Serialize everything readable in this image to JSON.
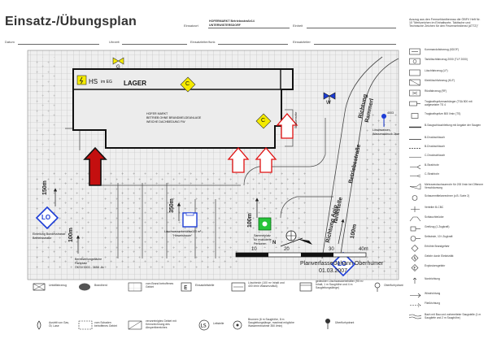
{
  "header": {
    "title": "Einsatz-/Übungsplan",
    "einsatzort_label": "Einsatzort",
    "einsatzort_line1": "HOFERMARKT Betriebsstraße14",
    "einsatzort_line2": "UNTERWISTERSDORF",
    "einheit_label": "Einheit",
    "datum_label": "Datum",
    "uhrzeit_label": "Uhrzeit",
    "einsatzleiter_funk_label": "Einsatzleiter/funk",
    "einsatzleiter_label": "Einsatzleiter",
    "note": "Auszug aus den Fernsehlanthennau die ÖBFV Heft Nr. 10 \"Merkzeichen im Einhaltsorte, Taktische und Technische Zeichen für den Feuerwehrdienst (ATTZ)\""
  },
  "plan": {
    "lager_label": "LAGER",
    "hs_label": "HS",
    "hs_sub": "im EG",
    "g_label": "G",
    "w_label": "W",
    "c_label": "C",
    "building_text_1": "HOFER MARKT",
    "building_text_2": "BETRIEB OHNE BRANDMELDEANLAGE",
    "building_text_3": "WEICHE DACHBEDUNG FW",
    "red_arrow_text": "",
    "hydrant_text_1": "Löschwasser",
    "hydrant_text_2": "Wasseraddruck 2bar",
    "hydrant_id": "4003",
    "lo_label": "LO",
    "lo1_note_1": "Einleitung Bundesstrasse",
    "lo1_note_2": "Betriebsstraße",
    "lo1_note_3": "Bereitstellungsfläche",
    "lo1_note_4": "Parkplatz",
    "lo1_note_5": "ÖKSI: 3003 - 3658 -8c",
    "tank_note_1": "Löschwasserbehälter100 m³",
    "tank_note_2": "\"Hinweisbauer\"",
    "sammel_note_1": "Sammelplatz",
    "sammel_note_2": "für evakuierte",
    "sammel_note_3": "Personen",
    "dist_150": "150m",
    "dist_100_a": "100m",
    "dist_350": "350m",
    "dist_100_b": "100m",
    "dist_100_c": "100m",
    "street_1": "Richtung",
    "street_2": "Rammerl",
    "street_3": "Betriebsstraße",
    "street_4": "Richtung Agip",
    "street_5": "Tankstelle",
    "north_label": "N",
    "strasse_label": "Straßenseite",
    "scale_ticks": [
      "10",
      "20",
      "30",
      "40m"
    ],
    "planverfasser_label": "Planverfasser:",
    "planverfasser_name": "Johann Oberhumer",
    "plan_date": "01.03.2007"
  },
  "legend": [
    {
      "text": "Kommandofahrzeug (KDOF)"
    },
    {
      "text": "Tanklöschfahrzeug 2000 (TLF 2000)"
    },
    {
      "text": "Löschfahrzeug (LF)"
    },
    {
      "text": "Kleinlöschfahrzeug (KLF)"
    },
    {
      "text": "Rüstfahrzeug (RF)"
    },
    {
      "text": "Tragkraftspritzenanhänger (TSA 500 mit aufgesetzter TS 4"
    },
    {
      "text": "Tragkraftspritze 800 l/min (TS)"
    },
    {
      "text": "B-Saugschlauchleitung mit Angabe der Saugen"
    },
    {
      "text": "B-Druckschlauch"
    },
    {
      "text": "B-Druckschlauch"
    },
    {
      "text": "C-Druckschlauch"
    },
    {
      "text": "B-Strahlrohr"
    },
    {
      "text": "C-Strahlrohr"
    },
    {
      "text": "Mehrzweckschaumrohr für 200 l/min bei Offenner Verschäumung"
    },
    {
      "text": "Schaummittelanrechner (z.B. Sorte 2)"
    },
    {
      "text": "Verteiler B-CBC"
    },
    {
      "text": "Schlauchbrücke"
    },
    {
      "text": "Greifzug (1 Zugkraft)"
    },
    {
      "text": "Seilwinde, 10 t Zugkraft"
    },
    {
      "text": "Erhöhte Brandgefahr"
    },
    {
      "text": "Gefahr durch Elektrizität"
    },
    {
      "text": "Explosionsgefahr"
    },
    {
      "text": "Nordrichtung"
    },
    {
      "text": "Windrichtung"
    },
    {
      "text": "Fließrichtung"
    },
    {
      "text": "Bach mit Bau und vorbereiteter Saugstelle (1 m Saugtiefe und 2 m Saughöhe)"
    }
  ],
  "bottom_legend": [
    {
      "text": "Unfallfahrzeug"
    },
    {
      "text": "Brandherd"
    },
    {
      "text": "vom Brand betroffenes Gebiet"
    },
    {
      "text": "Einsatzleitstelle"
    },
    {
      "text": "Löschteich (100 m³ Inhalt und 400 l/min Wasserzufluß)"
    },
    {
      "text": "gedeckter Löschwasserbehälter (90 m³ Inhalt, 1 m Saughöhe und 4 m Saugleitungslänge)"
    },
    {
      "text": "Oberflurhydrant"
    },
    {
      "text": "Austritt von Gas, Öl, Lase"
    },
    {
      "text": "vom Schaden betroffenes Gebiet"
    },
    {
      "text": "verunreinigtes Gebiet mit Kennzeichnung des Abspertbereiches"
    },
    {
      "text": "Leitstelle"
    },
    {
      "text": "Brunnen (6 m Saughöhe, 8 m Saugleitungslänge, maximal mögliche Wasserentnahme 350 l/min)"
    },
    {
      "text": "Überflurhydrant"
    }
  ]
}
